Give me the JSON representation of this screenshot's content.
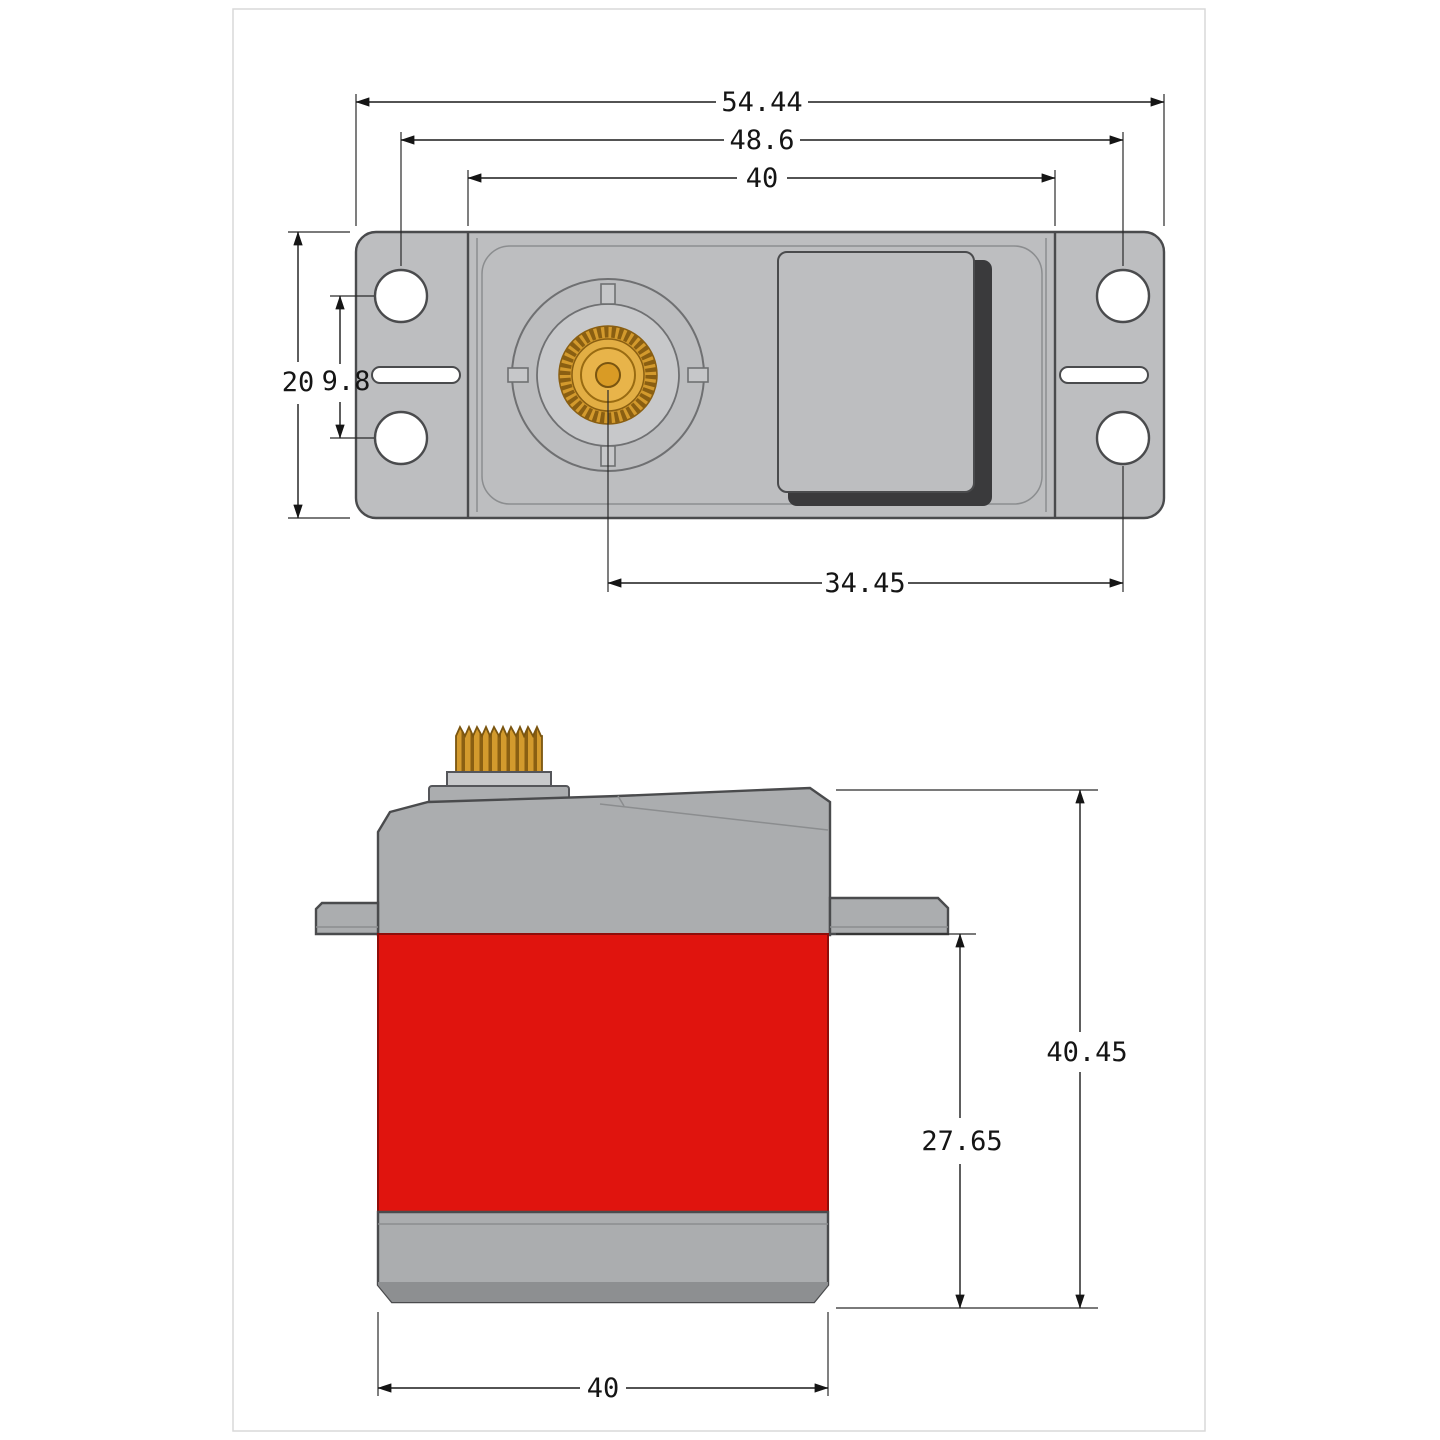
{
  "colors": {
    "body_gray": "#abadaf",
    "body_gray_light": "#bdbec0",
    "body_gray_lighter": "#c7c8ca",
    "body_gray_dark": "#8d8f91",
    "shadow_dark": "#3a3a3c",
    "outline": "#4a4b4d",
    "red": "#e0140e",
    "red_dark": "#8f0d0a",
    "brass": "#d39a2d",
    "brass_light": "#e2ae44",
    "brass_mid": "#d99b25",
    "brass_dark": "#8a5f12",
    "frame": "#d9d9d9",
    "hole_fill": "#ffffff"
  },
  "top_view": {
    "dims": {
      "overall_width": "54.44",
      "hole_span": "48.6",
      "body_width": "40",
      "flange_height": "20",
      "hole_pitch": "9.8",
      "shaft_to_hole_right": "34.45"
    }
  },
  "side_view": {
    "dims": {
      "overall_height": "40.45",
      "lower_body_height": "27.65",
      "body_width": "40"
    }
  }
}
